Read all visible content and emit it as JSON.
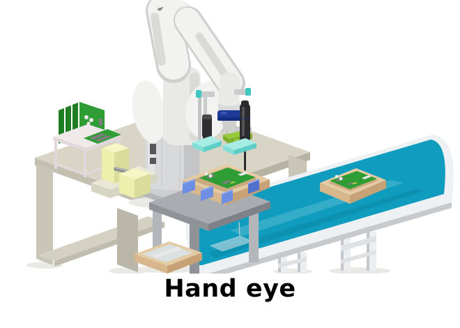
{
  "figure": {
    "caption": "Hand eye"
  },
  "scene": {
    "objects": [
      "robot-arm",
      "robot-base",
      "wrist-camera-ring",
      "fixed-camera",
      "camera-stand",
      "screwdriver-tool",
      "screwdriver-station",
      "work-table",
      "lower-shelf",
      "pcb-rack",
      "pcb-stack",
      "screw-fixture",
      "pedestal-table",
      "parts-tray-on-pedestal",
      "tray-clamps",
      "circuit-board",
      "conveyor-belt",
      "conveyor-legs",
      "parts-tray-on-conveyor",
      "empty-tray",
      "glass-cover"
    ]
  },
  "colors": {
    "background": "#ffffff",
    "caption": "#000000",
    "table_top": "#d8d5c7",
    "table_edge": "#c3c0b2",
    "table_edge_dark": "#b6b3a5",
    "table_leg": "#c9c6b8",
    "table_leg_dark": "#bab7a9",
    "shelf": "#d4d1c3",
    "shelf_edge": "#c0bdaf",
    "robot_body": "#f2f2f0",
    "robot_soft": "#e9e9e7",
    "robot_shade": "#dadad8",
    "robot_edge": "#cfcfcd",
    "robot_dark": "#8e8e8c",
    "base_gray": "#d7d9db",
    "base_shade": "#c3c5c7",
    "base_light": "#e8eaec",
    "base_flange": "#ccced0",
    "base_flange_dark": "#b4b6b8",
    "connector_dark": "#57575a",
    "ring_navy": "#1d3a9a",
    "ring_navy_dark": "#152d7e",
    "ring_highlight": "#3d59ba",
    "station_bar": "#c9cbcd",
    "station_post": "#c2c4c6",
    "cam_black": "#2d2d30",
    "cam_gray": "#4b4b4e",
    "tool_black": "#2b2b2e",
    "tool_light": "#56565c",
    "cyan": "#a7ece5",
    "cyan_dark": "#82ded4",
    "cyan_deep": "#5ecec6",
    "teal_cap": "#3ec6c0",
    "lime": "#97c93d",
    "lime_dark": "#7fb02a",
    "yellow": "#edefad",
    "yellow_light": "#f5f6c6",
    "yellow_dark": "#d9dc9b",
    "yellow_base": "#e9e8d6",
    "yellow_base_dark": "#d6d4c2",
    "handle": "#8f9094",
    "handle_light": "#c9cacd",
    "pcb_green": "#2e9d33",
    "pcb_dark": "#1f7d22",
    "part_gray": "#7e7e80",
    "part_white": "#e9e9e9",
    "part_yellow": "#e6d44a",
    "rack_frame": "#e2d8dc",
    "rack_plat": "#efe9ea",
    "ped_top": "#a9adb1",
    "ped_side": "#8f9397",
    "ped_side_dark": "#7e8286",
    "ped_leg": "#b3b7bb",
    "tray_rim": "#e4cba4",
    "tray_wall": "#d8b78d",
    "tray_wall_dark": "#c7a276",
    "tray_floor": "#cbaa80",
    "clamp": "#6e8ee3",
    "clamp_dark": "#5271cc",
    "clamp_light": "#93abef",
    "belt": "#0f9cbe",
    "belt_deep": "#0b84a2",
    "belt_frame": "#eef1f3",
    "belt_band": "#c6cacd",
    "leg_white": "#eceef0",
    "leg_shade": "#c4c8cc",
    "brace": "#dfe2e5",
    "glass": "#d7e2e6",
    "shadow": "#e9e9e5"
  }
}
